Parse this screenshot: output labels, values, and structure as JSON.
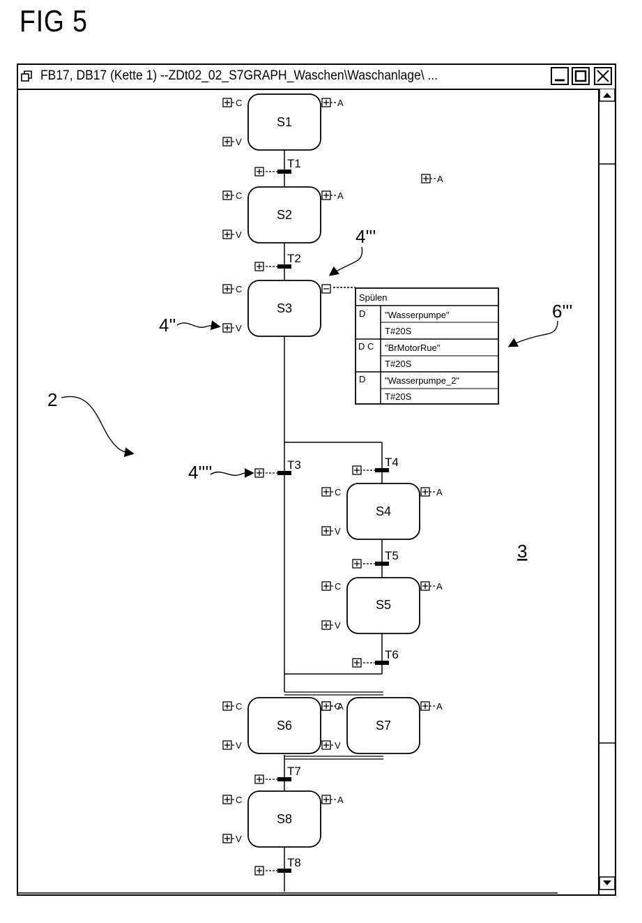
{
  "figure": {
    "title": "FIG 5"
  },
  "window": {
    "title": "FB17, DB17 (Kette 1) --ZDt02_02_S7GRAPH_Waschen\\Waschanlage\\ ...",
    "minimize_icon": "minimize-icon",
    "maximize_icon": "maximize-icon",
    "close_icon": "close-icon"
  },
  "steps": [
    {
      "id": "S1",
      "label": "S1"
    },
    {
      "id": "S2",
      "label": "S2"
    },
    {
      "id": "S3",
      "label": "S3"
    },
    {
      "id": "S4",
      "label": "S4"
    },
    {
      "id": "S5",
      "label": "S5"
    },
    {
      "id": "S6",
      "label": "S6"
    },
    {
      "id": "S7",
      "label": "S7"
    },
    {
      "id": "S8",
      "label": "S8"
    }
  ],
  "transitions": [
    {
      "id": "T1",
      "label": "T1"
    },
    {
      "id": "T2",
      "label": "T2"
    },
    {
      "id": "T3",
      "label": "T3"
    },
    {
      "id": "T4",
      "label": "T4"
    },
    {
      "id": "T5",
      "label": "T5"
    },
    {
      "id": "T6",
      "label": "T6"
    },
    {
      "id": "T7",
      "label": "T7"
    },
    {
      "id": "T8",
      "label": "T8"
    }
  ],
  "markers": {
    "c": "C",
    "v": "V",
    "a": "A"
  },
  "action_table": {
    "title": "Spülen",
    "rows": [
      {
        "qualifier": "D",
        "action": "\"Wasserpumpe\"",
        "time": "T#20S"
      },
      {
        "qualifier": "D C",
        "action": "\"BrMotorRue\"",
        "time": "T#20S"
      },
      {
        "qualifier": "D",
        "action": "\"Wasserpumpe_2\"",
        "time": "T#20S"
      }
    ]
  },
  "references": {
    "r2": "2",
    "r3": "3",
    "r4a": "4''",
    "r4b": "4'''",
    "r4c": "4''''",
    "r6": "6'''"
  }
}
